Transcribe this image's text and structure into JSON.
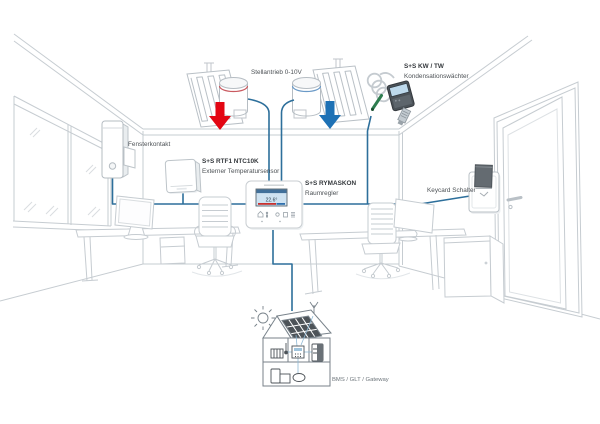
{
  "devices": {
    "actuator": {
      "label": "Stellantrieb 0-10V"
    },
    "condensation": {
      "label": "S+S KW / TW",
      "sublabel": "Kondensationswächter"
    },
    "window_contact": {
      "label": "Fensterkontakt"
    },
    "temp_sensor": {
      "label": "S+S RTF1 NTC10K",
      "sublabel": "Externer Temperatursensor"
    },
    "room_controller": {
      "label": "S+S RYMASKON",
      "sublabel": "Raumregler",
      "display_temp": "22.6°"
    },
    "keycard": {
      "label": "Keycard Schalter"
    },
    "gateway": {
      "label": "BMS / GLT / Gateway"
    }
  },
  "colors": {
    "wire": "#2d6f9b",
    "heating_arrow": "#e30613",
    "cooling_arrow": "#1d71b5",
    "room_line": "#c6ccd1",
    "text": "#4d5256"
  }
}
